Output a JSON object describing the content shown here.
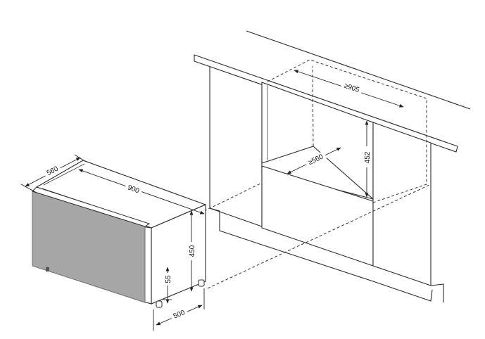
{
  "colors": {
    "line": "#2b2b2b",
    "door_panel": "#a6a6a6",
    "background": "#ffffff"
  },
  "dimensions": {
    "appliance": {
      "depth": "560",
      "width": "900",
      "height": "450",
      "plinth": "55",
      "base_depth": "500"
    },
    "niche": {
      "width": "≥905",
      "height": "452",
      "depth": "≥560"
    }
  }
}
